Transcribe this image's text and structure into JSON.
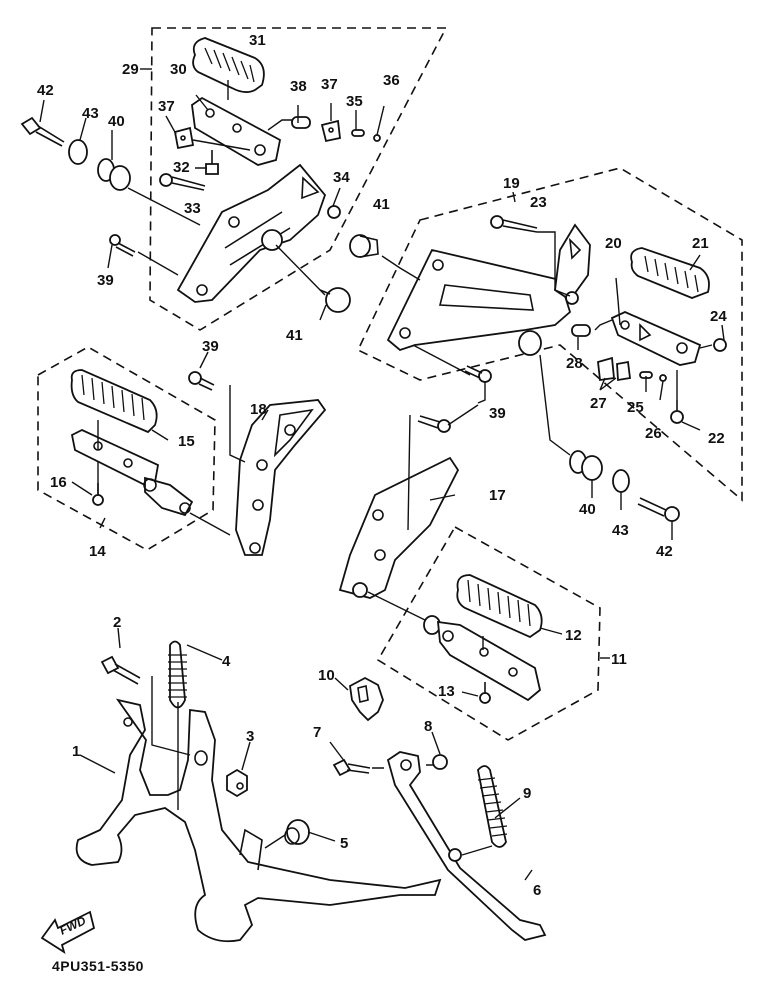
{
  "diagram": {
    "title": "Stand & Footrest exploded parts diagram",
    "reference_code": "4PU351-5350",
    "direction_badge": "FWD",
    "colors": {
      "line": "#111111",
      "background": "#ffffff"
    },
    "callouts": [
      {
        "id": "1",
        "label": "1"
      },
      {
        "id": "2",
        "label": "2"
      },
      {
        "id": "3",
        "label": "3"
      },
      {
        "id": "4",
        "label": "4"
      },
      {
        "id": "5",
        "label": "5"
      },
      {
        "id": "6",
        "label": "6"
      },
      {
        "id": "7",
        "label": "7"
      },
      {
        "id": "8",
        "label": "8"
      },
      {
        "id": "9",
        "label": "9"
      },
      {
        "id": "10",
        "label": "10"
      },
      {
        "id": "11",
        "label": "11"
      },
      {
        "id": "12",
        "label": "12"
      },
      {
        "id": "13",
        "label": "13"
      },
      {
        "id": "14",
        "label": "14"
      },
      {
        "id": "15",
        "label": "15"
      },
      {
        "id": "16",
        "label": "16"
      },
      {
        "id": "17",
        "label": "17"
      },
      {
        "id": "18",
        "label": "18"
      },
      {
        "id": "19",
        "label": "19"
      },
      {
        "id": "20",
        "label": "20"
      },
      {
        "id": "21",
        "label": "21"
      },
      {
        "id": "22",
        "label": "22"
      },
      {
        "id": "23",
        "label": "23"
      },
      {
        "id": "24",
        "label": "24"
      },
      {
        "id": "25",
        "label": "25"
      },
      {
        "id": "26",
        "label": "26"
      },
      {
        "id": "27",
        "label": "27"
      },
      {
        "id": "28",
        "label": "28"
      },
      {
        "id": "29",
        "label": "29"
      },
      {
        "id": "30",
        "label": "30"
      },
      {
        "id": "31",
        "label": "31"
      },
      {
        "id": "32",
        "label": "32"
      },
      {
        "id": "33",
        "label": "33"
      },
      {
        "id": "34",
        "label": "34"
      },
      {
        "id": "35",
        "label": "35"
      },
      {
        "id": "36",
        "label": "36"
      },
      {
        "id": "37a",
        "label": "37"
      },
      {
        "id": "37b",
        "label": "37"
      },
      {
        "id": "38",
        "label": "38"
      },
      {
        "id": "39a",
        "label": "39"
      },
      {
        "id": "39b",
        "label": "39"
      },
      {
        "id": "39c",
        "label": "39"
      },
      {
        "id": "40a",
        "label": "40"
      },
      {
        "id": "40b",
        "label": "40"
      },
      {
        "id": "41a",
        "label": "41"
      },
      {
        "id": "41b",
        "label": "41"
      },
      {
        "id": "42a",
        "label": "42"
      },
      {
        "id": "42b",
        "label": "42"
      },
      {
        "id": "43a",
        "label": "43"
      },
      {
        "id": "43b",
        "label": "43"
      }
    ]
  }
}
